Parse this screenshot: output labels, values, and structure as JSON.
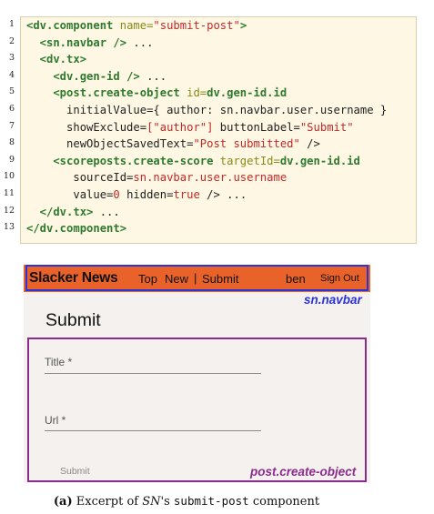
{
  "code": {
    "line_numbers": [
      "1",
      "2",
      "3",
      "4",
      "5",
      "6",
      "7",
      "8",
      "9",
      "10",
      "11",
      "12",
      "13"
    ],
    "lines": [
      [
        {
          "t": "<dv.component",
          "c": "tag"
        },
        {
          "t": " name=",
          "c": "attr"
        },
        {
          "t": "\"submit-post\"",
          "c": "str"
        },
        {
          "t": ">",
          "c": "tag"
        }
      ],
      [
        {
          "t": "  <sn.navbar",
          "c": "tag"
        },
        {
          "t": " />",
          "c": "tag"
        },
        {
          "t": " ...",
          "c": "txt"
        }
      ],
      [
        {
          "t": "  <dv.tx",
          "c": "tag"
        },
        {
          "t": ">",
          "c": "tag"
        }
      ],
      [
        {
          "t": "    <dv.gen-id",
          "c": "tag"
        },
        {
          "t": " />",
          "c": "tag"
        },
        {
          "t": " ...",
          "c": "txt"
        }
      ],
      [
        {
          "t": "    <post.create-object",
          "c": "tag"
        },
        {
          "t": " id=",
          "c": "attr"
        },
        {
          "t": "dv.gen-id.id",
          "c": "tag"
        }
      ],
      [
        {
          "t": "      initialValue={ author: sn.navbar.user.username }",
          "c": "txt"
        }
      ],
      [
        {
          "t": "      showExclude=",
          "c": "txt"
        },
        {
          "t": "[\"author\"]",
          "c": "str"
        },
        {
          "t": " buttonLabel=",
          "c": "txt"
        },
        {
          "t": "\"Submit\"",
          "c": "str"
        }
      ],
      [
        {
          "t": "      newObjectSavedText=",
          "c": "txt"
        },
        {
          "t": "\"Post submitted\"",
          "c": "str"
        },
        {
          "t": " />",
          "c": "txt"
        }
      ],
      [
        {
          "t": "    <scoreposts.create-score",
          "c": "tag"
        },
        {
          "t": " targetId=",
          "c": "attr"
        },
        {
          "t": "dv.gen-id.id",
          "c": "tag"
        }
      ],
      [
        {
          "t": "       sourceId=",
          "c": "txt"
        },
        {
          "t": "sn.navbar.user.username",
          "c": "str"
        }
      ],
      [
        {
          "t": "       value=",
          "c": "txt"
        },
        {
          "t": "0",
          "c": "str"
        },
        {
          "t": " hidden=",
          "c": "txt"
        },
        {
          "t": "true",
          "c": "str"
        },
        {
          "t": " />",
          "c": "txt"
        },
        {
          "t": " ...",
          "c": "txt"
        }
      ],
      [
        {
          "t": "  </dv.tx>",
          "c": "tag"
        },
        {
          "t": " ...",
          "c": "txt"
        }
      ],
      [
        {
          "t": "</dv.component>",
          "c": "tag"
        }
      ]
    ]
  },
  "ui": {
    "navbar": {
      "brand": "Slacker News",
      "links": [
        "Top",
        "New"
      ],
      "separator": "|",
      "submit_link": "Submit",
      "user": "ben",
      "signout": "Sign Out",
      "tag_label": "sn.navbar"
    },
    "page_title": "Submit",
    "form": {
      "title_label": "Title *",
      "url_label": "Url *",
      "submit_label": "Submit",
      "tag_label": "post.create-object"
    },
    "colors": {
      "navbar_bg": "#e8622a",
      "navbar_outline": "#2a35d8",
      "form_outline": "#8a2c8c"
    }
  },
  "caption": {
    "label": "(a)",
    "pre": "Excerpt of",
    "sn": "SN",
    "mid": "'s",
    "component": "submit-post",
    "post": "component"
  }
}
